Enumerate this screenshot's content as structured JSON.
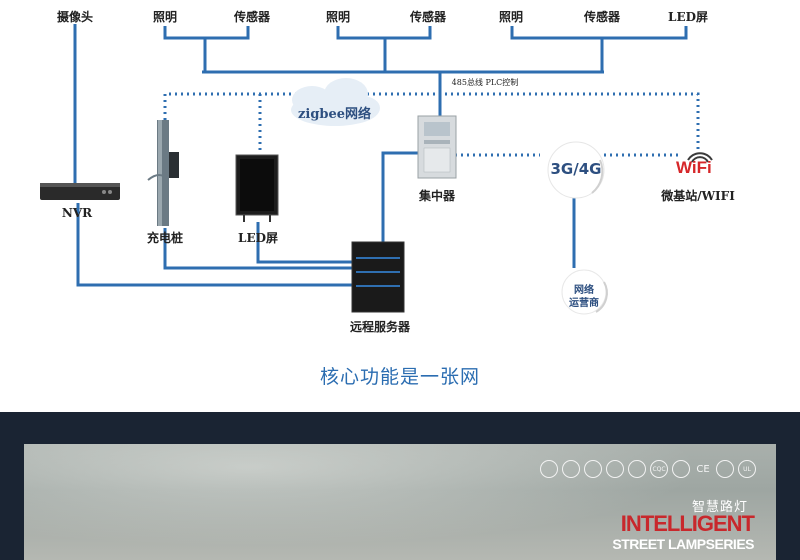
{
  "labels": {
    "camera": "摄像头",
    "light1": "照明",
    "sensor1": "传感器",
    "light2": "照明",
    "sensor2": "传感器",
    "light3": "照明",
    "sensor3": "传感器",
    "led_top": "LED屏",
    "bus": "485总线 PLC控制",
    "zigbee": "zigbee网络",
    "nvr": "NVR",
    "charger": "充电桩",
    "led_screen": "LED屏",
    "concentrator": "集中器",
    "cellular": "3G/4G",
    "wifi_label": "微基站/WIFI",
    "wifi_logo": "WiFi",
    "operator_line1": "网络",
    "operator_line2": "运营商",
    "server": "远程服务器"
  },
  "headline": "核心功能是一张网",
  "banner": {
    "brand_cn": "智慧路灯",
    "brand_en_1": "INTELLIGENT",
    "brand_en_2": "STREET LAMPSERIES",
    "certs": [
      "CE",
      "CQC",
      "UL"
    ]
  },
  "colors": {
    "line": "#2e6eb0",
    "dotted": "#2e6eb0",
    "headline": "#2b6db1",
    "brand_red": "#c8282c",
    "banner_bg": "#1a2433"
  }
}
